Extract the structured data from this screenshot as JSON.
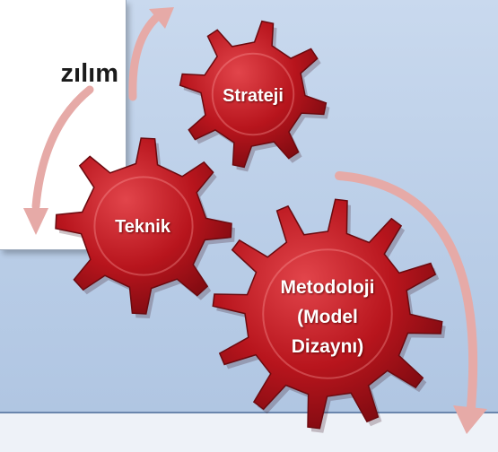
{
  "slide": {
    "card_title": "zılım"
  },
  "gears": {
    "strateji": "Strateji",
    "teknik": "Teknik",
    "metodoloji_line1": "Metodoloji",
    "metodoloji_line2": "(Model",
    "metodoloji_line3": "Dizaynı)"
  },
  "colors": {
    "gear_red": "#b3141b",
    "arrow_pink": "#e8a9a6",
    "background_blue": "#bfd2ea"
  }
}
